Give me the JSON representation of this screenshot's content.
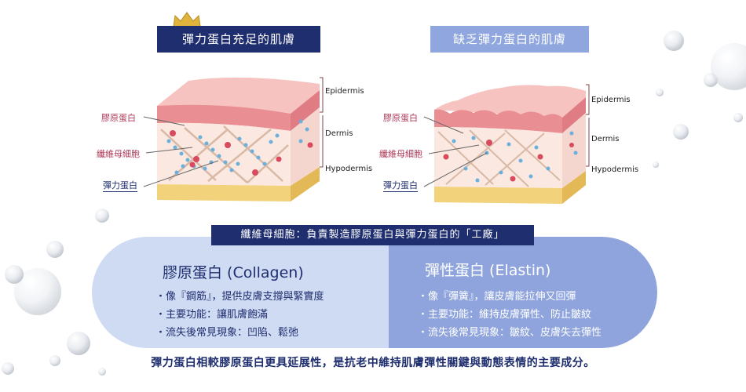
{
  "left_panel": {
    "title": "彈力蛋白充足的肌膚",
    "labels": {
      "collagen": "膠原蛋白",
      "fibroblast": "纖維母細胞",
      "elastin": "彈力蛋白"
    },
    "layers": {
      "epidermis": "Epidermis",
      "dermis": "Dermis",
      "hypodermis": "Hypodermis"
    }
  },
  "right_panel": {
    "title": "缺乏彈力蛋白的肌膚",
    "labels": {
      "collagen": "膠原蛋白",
      "fibroblast": "纖維母細胞",
      "elastin": "彈力蛋白"
    },
    "layers": {
      "epidermis": "Epidermis",
      "dermis": "Dermis",
      "hypodermis": "Hypodermis"
    }
  },
  "banner": "纖維母細胞：負責製造膠原蛋白與彈力蛋白的「工廠」",
  "collagen_box": {
    "title": "膠原蛋白 (Collagen)",
    "items": [
      "・像『鋼筋』，提供皮膚支撐與緊實度",
      "・主要功能：讓肌膚飽滿",
      "・流失後常見現象：凹陷、鬆弛"
    ]
  },
  "elastin_box": {
    "title": "彈性蛋白 (Elastin)",
    "items": [
      "・像『彈簧』，讓皮膚能拉伸又回彈",
      "・主要功能：維持皮膚彈性、防止皺紋",
      "・流失後常見現象：皺紋、皮膚失去彈性"
    ]
  },
  "footer": "彈力蛋白相較膠原蛋白更具延展性，是抗老中維持肌膚彈性關鍵與動態表情的主要成分。",
  "colors": {
    "navy": "#1f2e6e",
    "light_blue": "#8fa7de",
    "pale_blue": "#cfdaf3",
    "skin": "#f2a9ab",
    "fat": "#f3d27c"
  },
  "icons": [
    "crown-icon",
    "water-droplet-icon"
  ]
}
